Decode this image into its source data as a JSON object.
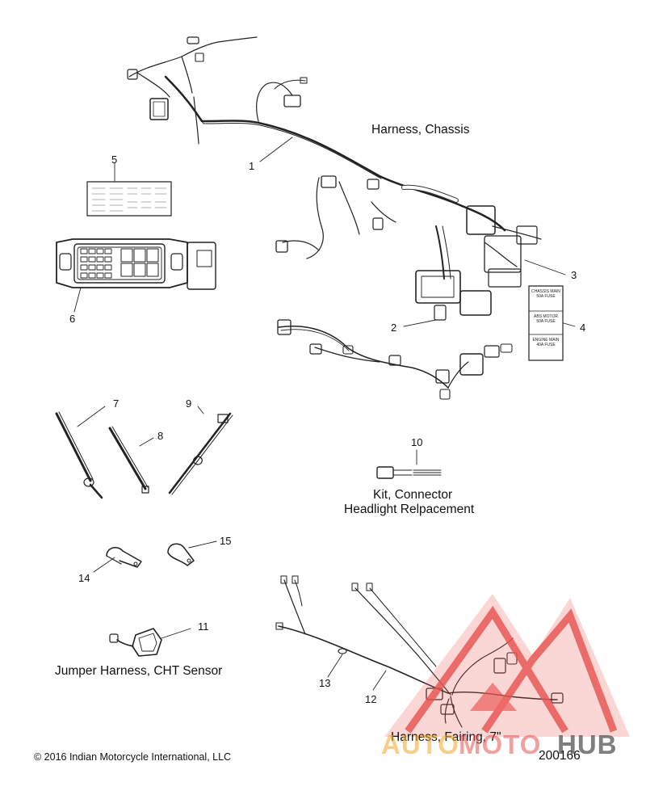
{
  "captions": {
    "harness_chassis": "Harness, Chassis",
    "kit_connector_line1": "Kit, Connector",
    "kit_connector_line2": "Headlight Relpacement",
    "jumper_harness": "Jumper Harness, CHT Sensor",
    "harness_fairing": "Harness, Fairing, 7\""
  },
  "callouts": [
    "1",
    "2",
    "3",
    "4",
    "5",
    "6",
    "7",
    "8",
    "9",
    "10",
    "11",
    "12",
    "13",
    "14",
    "15"
  ],
  "fuse_decal": {
    "line1": "CHASSIS MAIN 50A FUSE",
    "line2": "ABS MOTOR 50A FUSE",
    "line3": "ENGINE MAIN 40A FUSE"
  },
  "footer": {
    "copyright": "© 2016 Indian Motorcycle International, LLC",
    "drawing_number": "200166"
  },
  "watermark": {
    "text_auto": "AUTO",
    "text_moto": "MOTO",
    "text_hub": "HUB",
    "color_red": "#e8524f",
    "color_orange": "#f5a623",
    "color_gray": "#555555"
  }
}
